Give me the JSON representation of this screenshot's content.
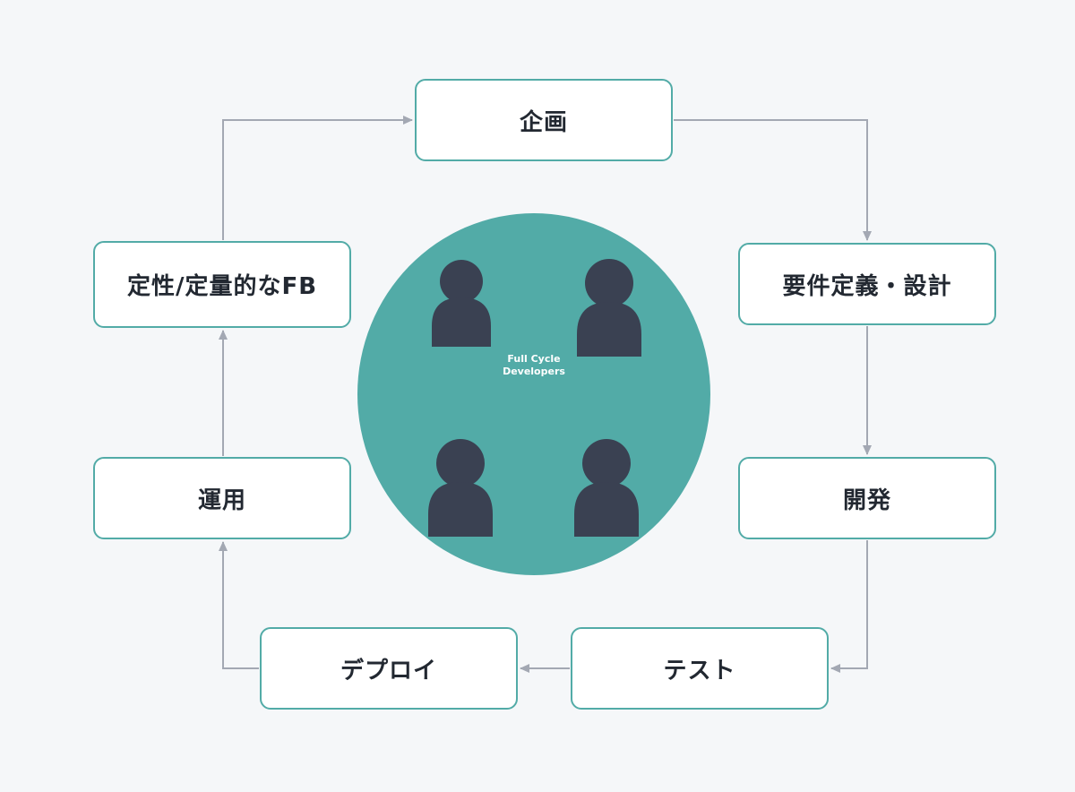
{
  "colors": {
    "background": "#f5f7f9",
    "node_border": "#52aba7",
    "node_fill": "#ffffff",
    "circle": "#52aba7",
    "person": "#3a4152",
    "arrow": "#a3a8b3",
    "text": "#222831"
  },
  "nodes": {
    "plan": "企画",
    "requirements": "要件定義・設計",
    "development": "開発",
    "test": "テスト",
    "deploy": "デプロイ",
    "operations": "運用",
    "feedback": "定性/定量的なFB"
  },
  "center": {
    "line1": "Full Cycle",
    "line2": "Developers",
    "person_count": 4
  },
  "icons": [
    "person-icon",
    "arrow-head-icon"
  ]
}
